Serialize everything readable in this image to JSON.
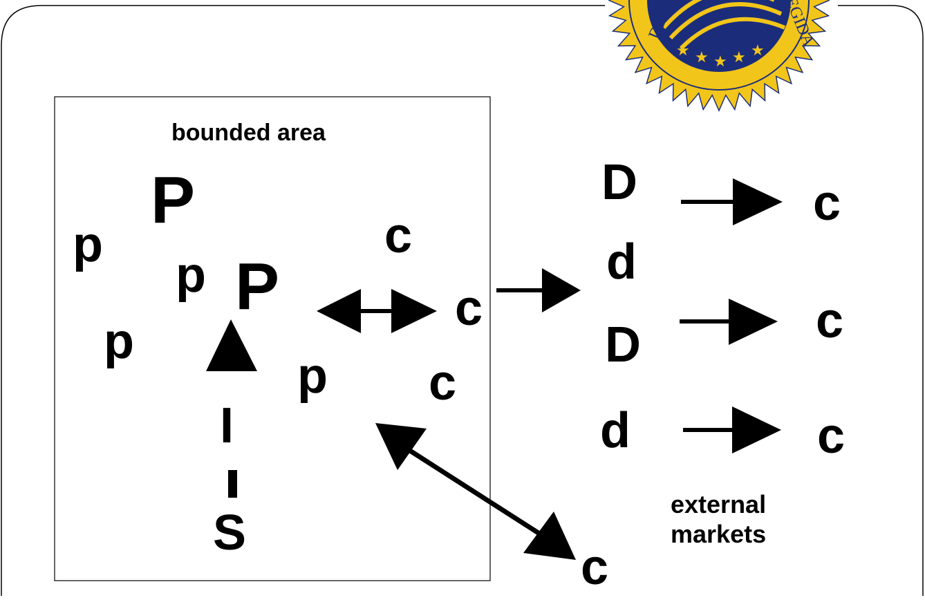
{
  "diagram": {
    "bounded_area_label": "bounded area",
    "external_markets_label": [
      "external",
      "markets"
    ],
    "nodes": {
      "p1": "p",
      "P1": "P",
      "p2": "p",
      "P2": "P",
      "p3": "p",
      "p4": "p",
      "c1": "c",
      "c2": "c",
      "c3": "c",
      "I": "I",
      "S": "S",
      "D1": "D",
      "d1": "d",
      "D2": "D",
      "d2": "d",
      "c_ext1": "c",
      "c_ext2": "c",
      "c_ext3": "c",
      "c_out": "c"
    }
  },
  "seal": {
    "text_left": "DENOMI",
    "text_right": "OTEGIDA",
    "ring_color": "#F2C51A",
    "inner_color": "#1B2D7A",
    "star_color": "#F2C51A"
  }
}
